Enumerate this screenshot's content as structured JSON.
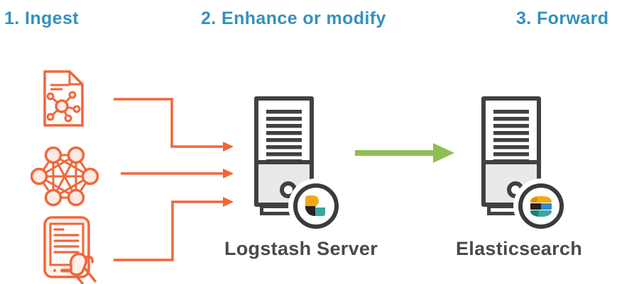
{
  "steps": [
    {
      "id": "ingest",
      "label": "1. Ingest"
    },
    {
      "id": "enhance",
      "label": "2. Enhance or modify"
    },
    {
      "id": "forward",
      "label": "3. Forward"
    }
  ],
  "servers": [
    {
      "id": "logstash",
      "label": "Logstash Server",
      "logo": "logstash-logo"
    },
    {
      "id": "elasticsearch",
      "label": "Elasticsearch",
      "logo": "elasticsearch-logo"
    }
  ],
  "sources": [
    {
      "icon": "document-graph-icon"
    },
    {
      "icon": "network-mesh-icon"
    },
    {
      "icon": "tablet-hand-icon"
    }
  ],
  "arrows": {
    "ingest_arrows": "orange-elbow-arrows",
    "forward_arrow": "green-arrow"
  },
  "colors": {
    "heading_blue": "#3391BE",
    "source_orange": "#F0673B",
    "forward_green": "#8FBE53",
    "server_outline": "#414042",
    "server_bay_gray": "#E9E9E9",
    "label_gray": "#4A4A4A",
    "logo_yellow": "#F3A81B",
    "logo_teal": "#35A79F",
    "logo_blue": "#2E89D8",
    "logo_black": "#262024"
  }
}
